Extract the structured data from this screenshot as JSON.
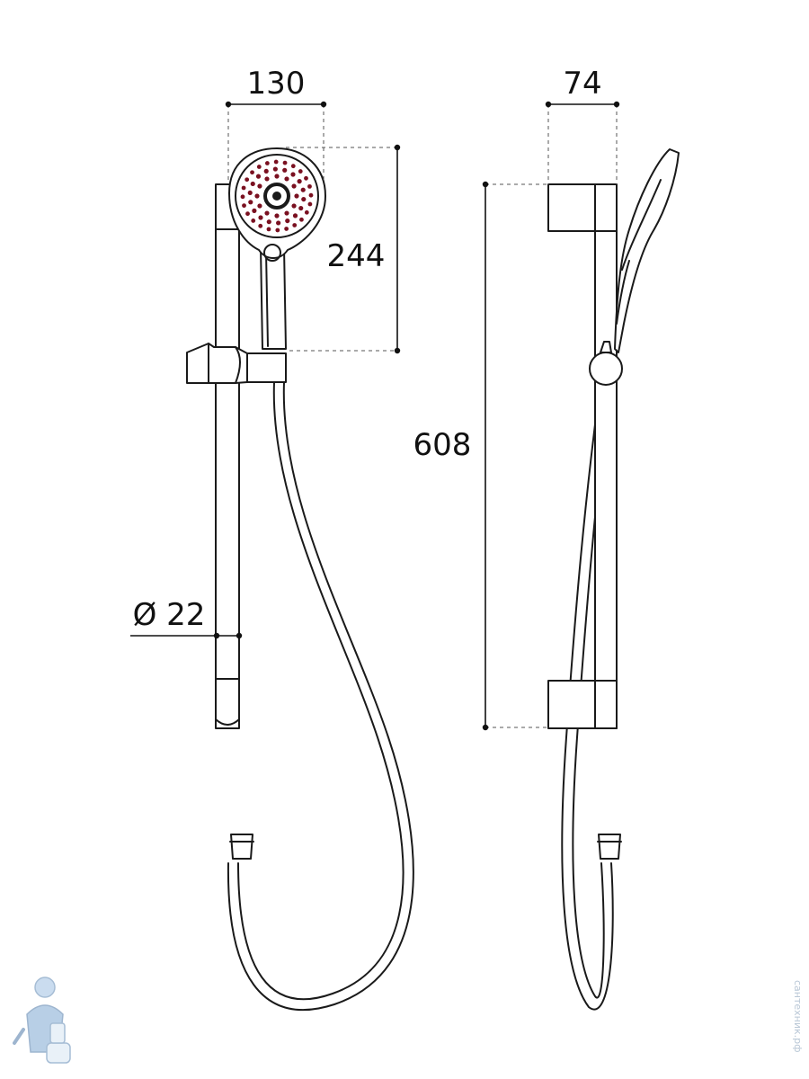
{
  "dimensions": {
    "head_width": "130",
    "head_height": "244",
    "rail_length": "608",
    "rail_diameter": "Ø 22",
    "side_depth": "74"
  },
  "watermark": {
    "text": "сантехник.рф"
  },
  "colors": {
    "line": "#1a1a1a",
    "nozzle": "#7a1020",
    "watermark": "#b9c7d6"
  },
  "icons": {
    "logo": "plumber-mascot-icon"
  }
}
